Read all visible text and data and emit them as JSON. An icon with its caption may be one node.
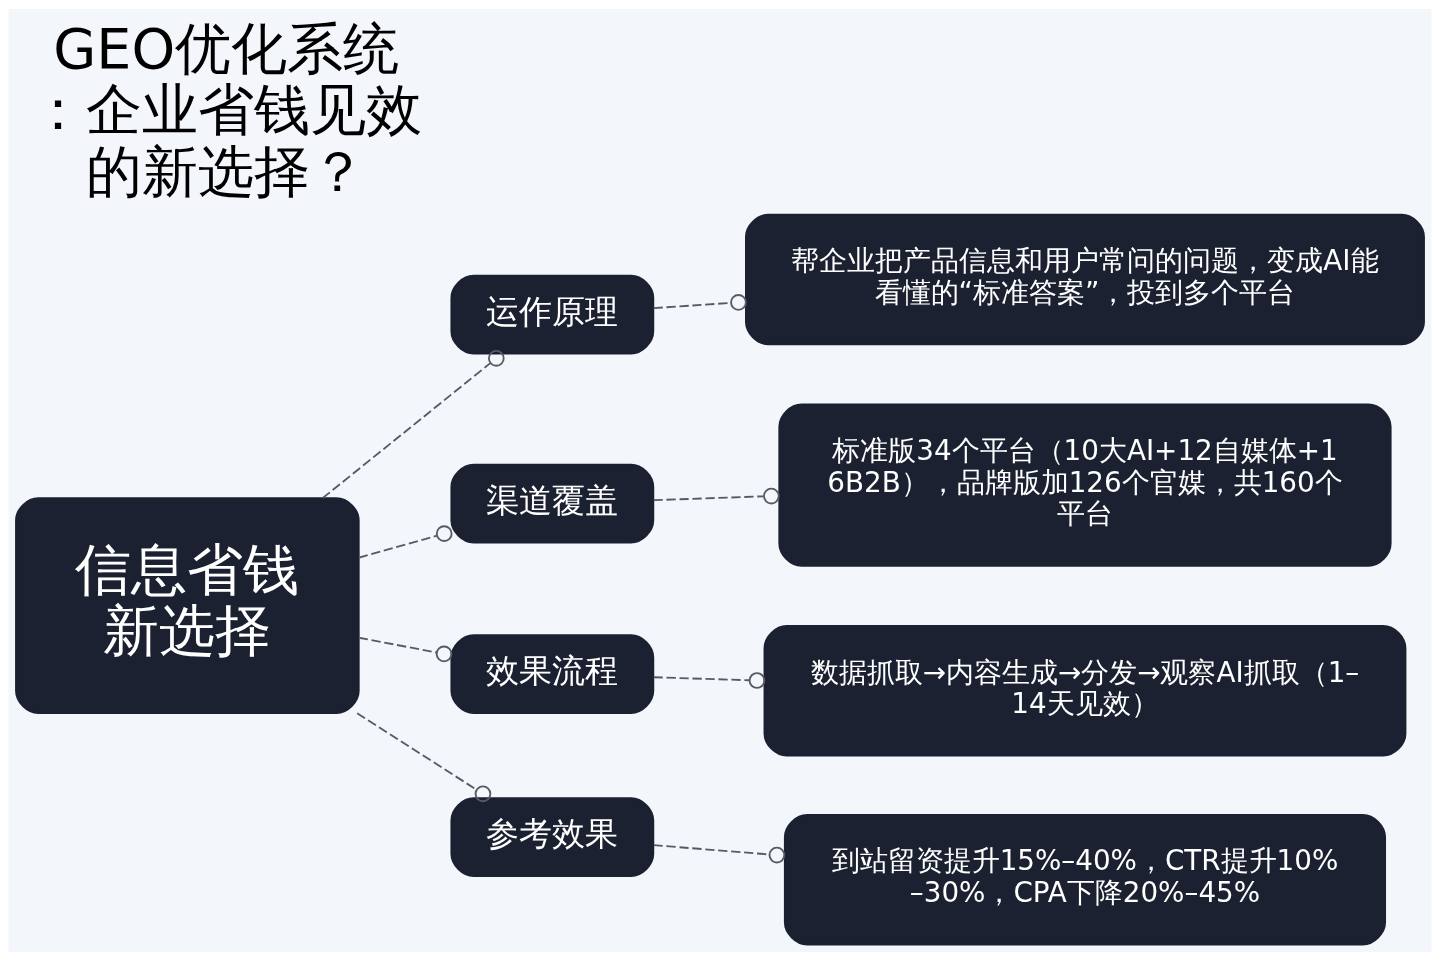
{
  "diagram": {
    "title": "GEO优化系统：企业省钱见效的新选择？",
    "nodes": [
      {
        "text": [
          "信息省钱新选择"
        ]
      },
      {
        "text": [
          "运作原理"
        ]
      },
      {
        "text": [
          "渠道覆盖"
        ]
      },
      {
        "text": [
          "效果流程"
        ]
      },
      {
        "text": [
          "参考效果"
        ]
      },
      {
        "text": [
          "帮企业把产品信息和用户常问的问题，变成AI能看懂的“标准答案”，投到多个平台"
        ]
      },
      {
        "text": [
          "标准版34个平台（10大AI+12自媒体+16B2B），品牌版加126个官媒，共160个平台"
        ]
      },
      {
        "text": [
          "数据抓取→内容生成→分发→观察AI抓取（1–14天见效）"
        ]
      },
      {
        "text": [
          "到站留资提升15%–40%，CTR提升10%–30%，CPA下降20%–45%"
        ]
      }
    ],
    "edges": [
      {
        "from": 0,
        "to": 1,
        "arrow": "other",
        "style": "dashed"
      },
      {
        "from": 0,
        "to": 2,
        "arrow": "other",
        "style": "dashed"
      },
      {
        "from": 0,
        "to": 3,
        "arrow": "other",
        "style": "dashed"
      },
      {
        "from": 0,
        "to": 4,
        "arrow": "other",
        "style": "dashed"
      },
      {
        "from": 1,
        "to": 5,
        "arrow": "other",
        "style": "dashed"
      },
      {
        "from": 2,
        "to": 6,
        "arrow": "other",
        "style": "dashed"
      },
      {
        "from": 3,
        "to": 7,
        "arrow": "other",
        "style": "dashed"
      },
      {
        "from": 4,
        "to": 8,
        "arrow": "other",
        "style": "dashed"
      }
    ]
  }
}
